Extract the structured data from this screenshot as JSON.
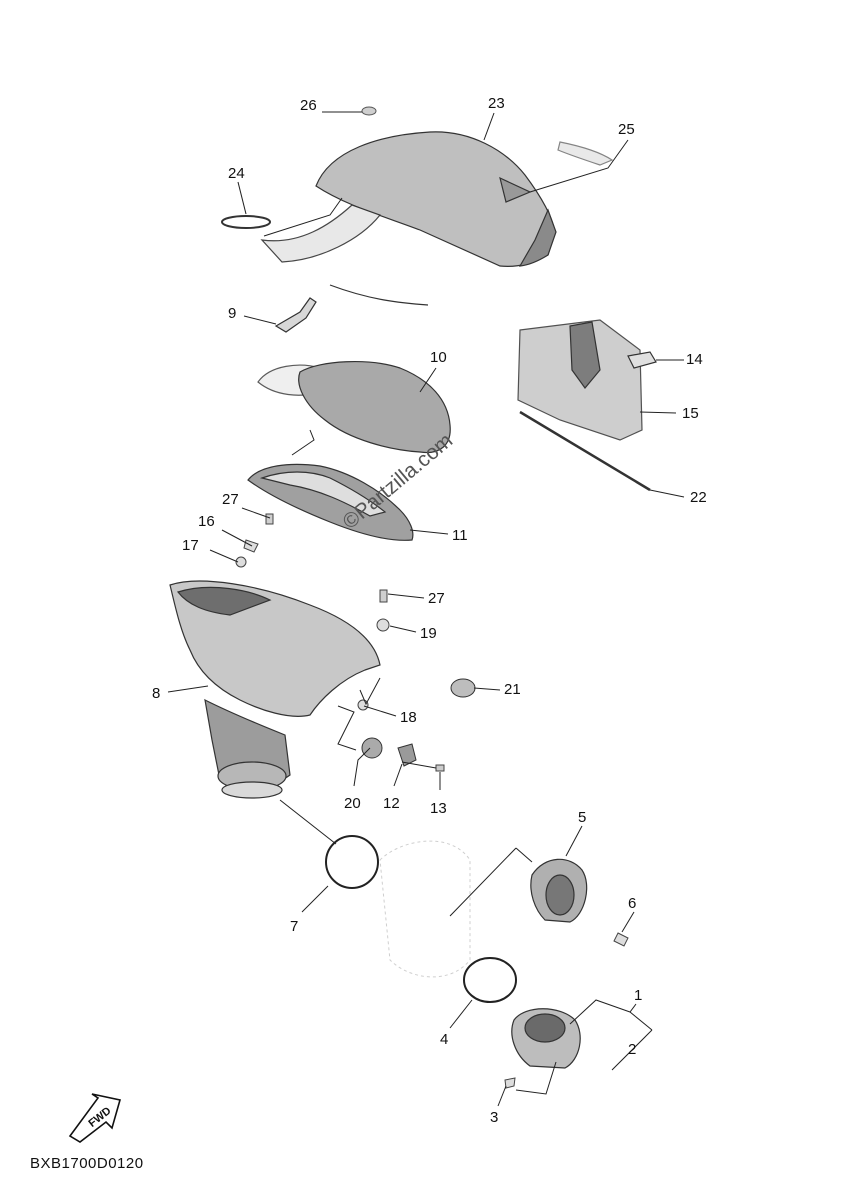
{
  "diagram": {
    "code": "BXB1700D0120",
    "watermark": "©Partzilla.com",
    "fwd_label": "FWD",
    "callouts": [
      "26",
      "23",
      "25",
      "24",
      "9",
      "10",
      "14",
      "15",
      "22",
      "11",
      "27",
      "16",
      "17",
      "27",
      "19",
      "8",
      "21",
      "18",
      "20",
      "12",
      "13",
      "5",
      "6",
      "7",
      "4",
      "1",
      "2",
      "3"
    ]
  }
}
